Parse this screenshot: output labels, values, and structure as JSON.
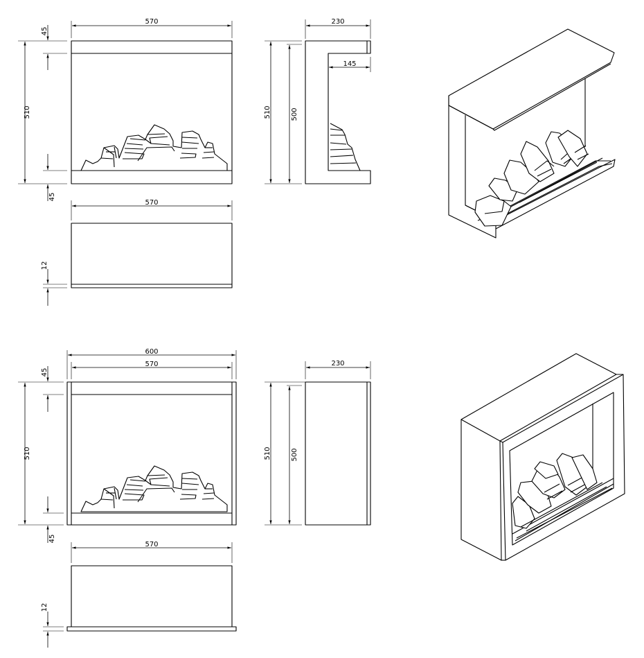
{
  "dimensions": {
    "top_front_width": "570",
    "top_front_top": "45",
    "top_front_height": "510",
    "top_front_bottom": "45",
    "top_side_depth": "230",
    "top_side_inner_depth": "145",
    "top_side_height": "510",
    "top_side_inner_height": "500",
    "top_plan_width": "570",
    "top_plan_thickness": "12",
    "bot_front_outer_width": "600",
    "bot_front_width": "570",
    "bot_front_top": "45",
    "bot_front_height": "510",
    "bot_front_bottom": "45",
    "bot_side_depth": "230",
    "bot_side_height": "510",
    "bot_side_inner_height": "500",
    "bot_plan_width": "570",
    "bot_plan_thickness": "12"
  }
}
